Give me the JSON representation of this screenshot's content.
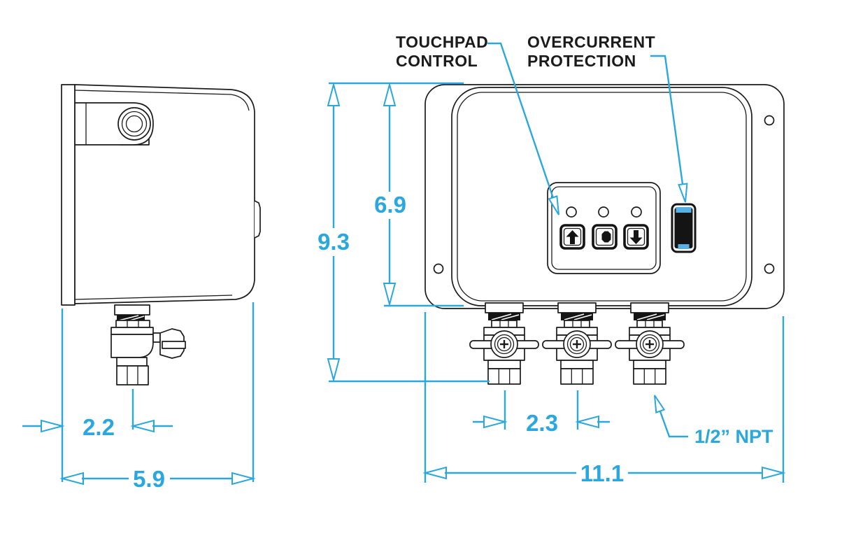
{
  "drawing": {
    "annotations": {
      "touchpad_line1": "TOUCHPAD",
      "touchpad_line2": "CONTROL",
      "overcurrent_line1": "OVERCURRENT",
      "overcurrent_line2": "PROTECTION",
      "npt_label": "1/2” NPT"
    },
    "dimensions": {
      "overall_height": "9.3",
      "enclosure_height": "6.9",
      "valve_spacing": "2.3",
      "overall_width": "11.1",
      "side_valve_offset": "2.2",
      "overall_depth": "5.9"
    },
    "colors": {
      "dimension_line": "#2AA7DF",
      "drawing_line": "#1b1b1b"
    },
    "icons": {
      "touchpad_buttons": [
        "up-arrow-icon",
        "stop-octagon-icon",
        "down-arrow-icon"
      ],
      "leds": [
        "led-indicator",
        "led-indicator",
        "led-indicator"
      ]
    }
  }
}
